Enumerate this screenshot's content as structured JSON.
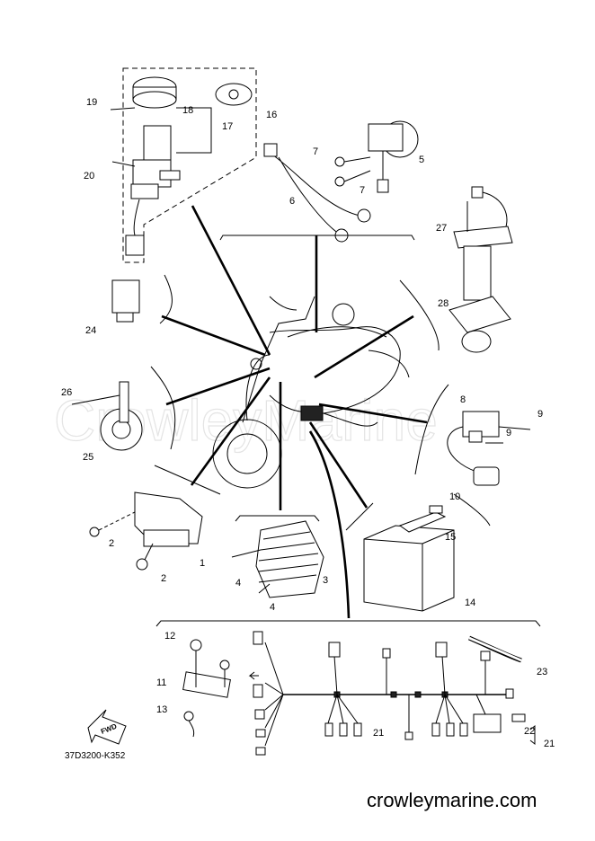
{
  "watermark": "CrowleyMarine",
  "diagram_code": "37D3200-K352",
  "footer_site": "crowleymarine.com",
  "fwd_label": "FWD",
  "parts": {
    "p1": "1",
    "p2": "2",
    "p3": "3",
    "p4": "4",
    "p5": "5",
    "p6": "6",
    "p7": "7",
    "p8": "8",
    "p9": "9",
    "p10": "10",
    "p11": "11",
    "p12": "12",
    "p13": "13",
    "p14": "14",
    "p15": "15",
    "p16": "16",
    "p17": "17",
    "p18": "18",
    "p19": "19",
    "p20": "20",
    "p21": "21",
    "p22": "22",
    "p23": "23",
    "p24": "24",
    "p25": "25",
    "p26": "26",
    "p27": "27",
    "p28": "28"
  }
}
